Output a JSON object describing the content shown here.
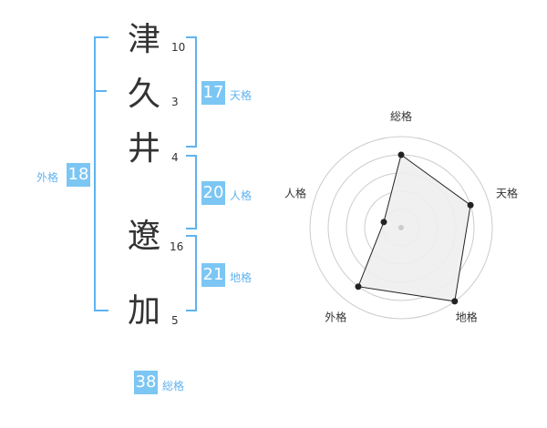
{
  "name": {
    "chars": [
      {
        "char": "津",
        "strokes": "10"
      },
      {
        "char": "久",
        "strokes": "3"
      },
      {
        "char": "井",
        "strokes": "4"
      },
      {
        "char": "遼",
        "strokes": "16"
      },
      {
        "char": "加",
        "strokes": "5"
      }
    ]
  },
  "fortune": {
    "tenkaku": {
      "value": "17",
      "label": "天格"
    },
    "jinkaku": {
      "value": "20",
      "label": "人格"
    },
    "chikaku": {
      "value": "21",
      "label": "地格"
    },
    "gaikaku": {
      "value": "18",
      "label": "外格"
    },
    "soukaku": {
      "value": "38",
      "label": "総格"
    }
  },
  "colors": {
    "accent": "#7cc6f3",
    "bracket": "#5fb3f0",
    "text": "#333333",
    "radar_fill": "#eeeeee",
    "grid": "#cccccc"
  },
  "chart_data": {
    "type": "radar",
    "axes": [
      "総格",
      "天格",
      "地格",
      "外格",
      "人格"
    ],
    "values": [
      4,
      4,
      5,
      4,
      1
    ],
    "max": 5
  }
}
